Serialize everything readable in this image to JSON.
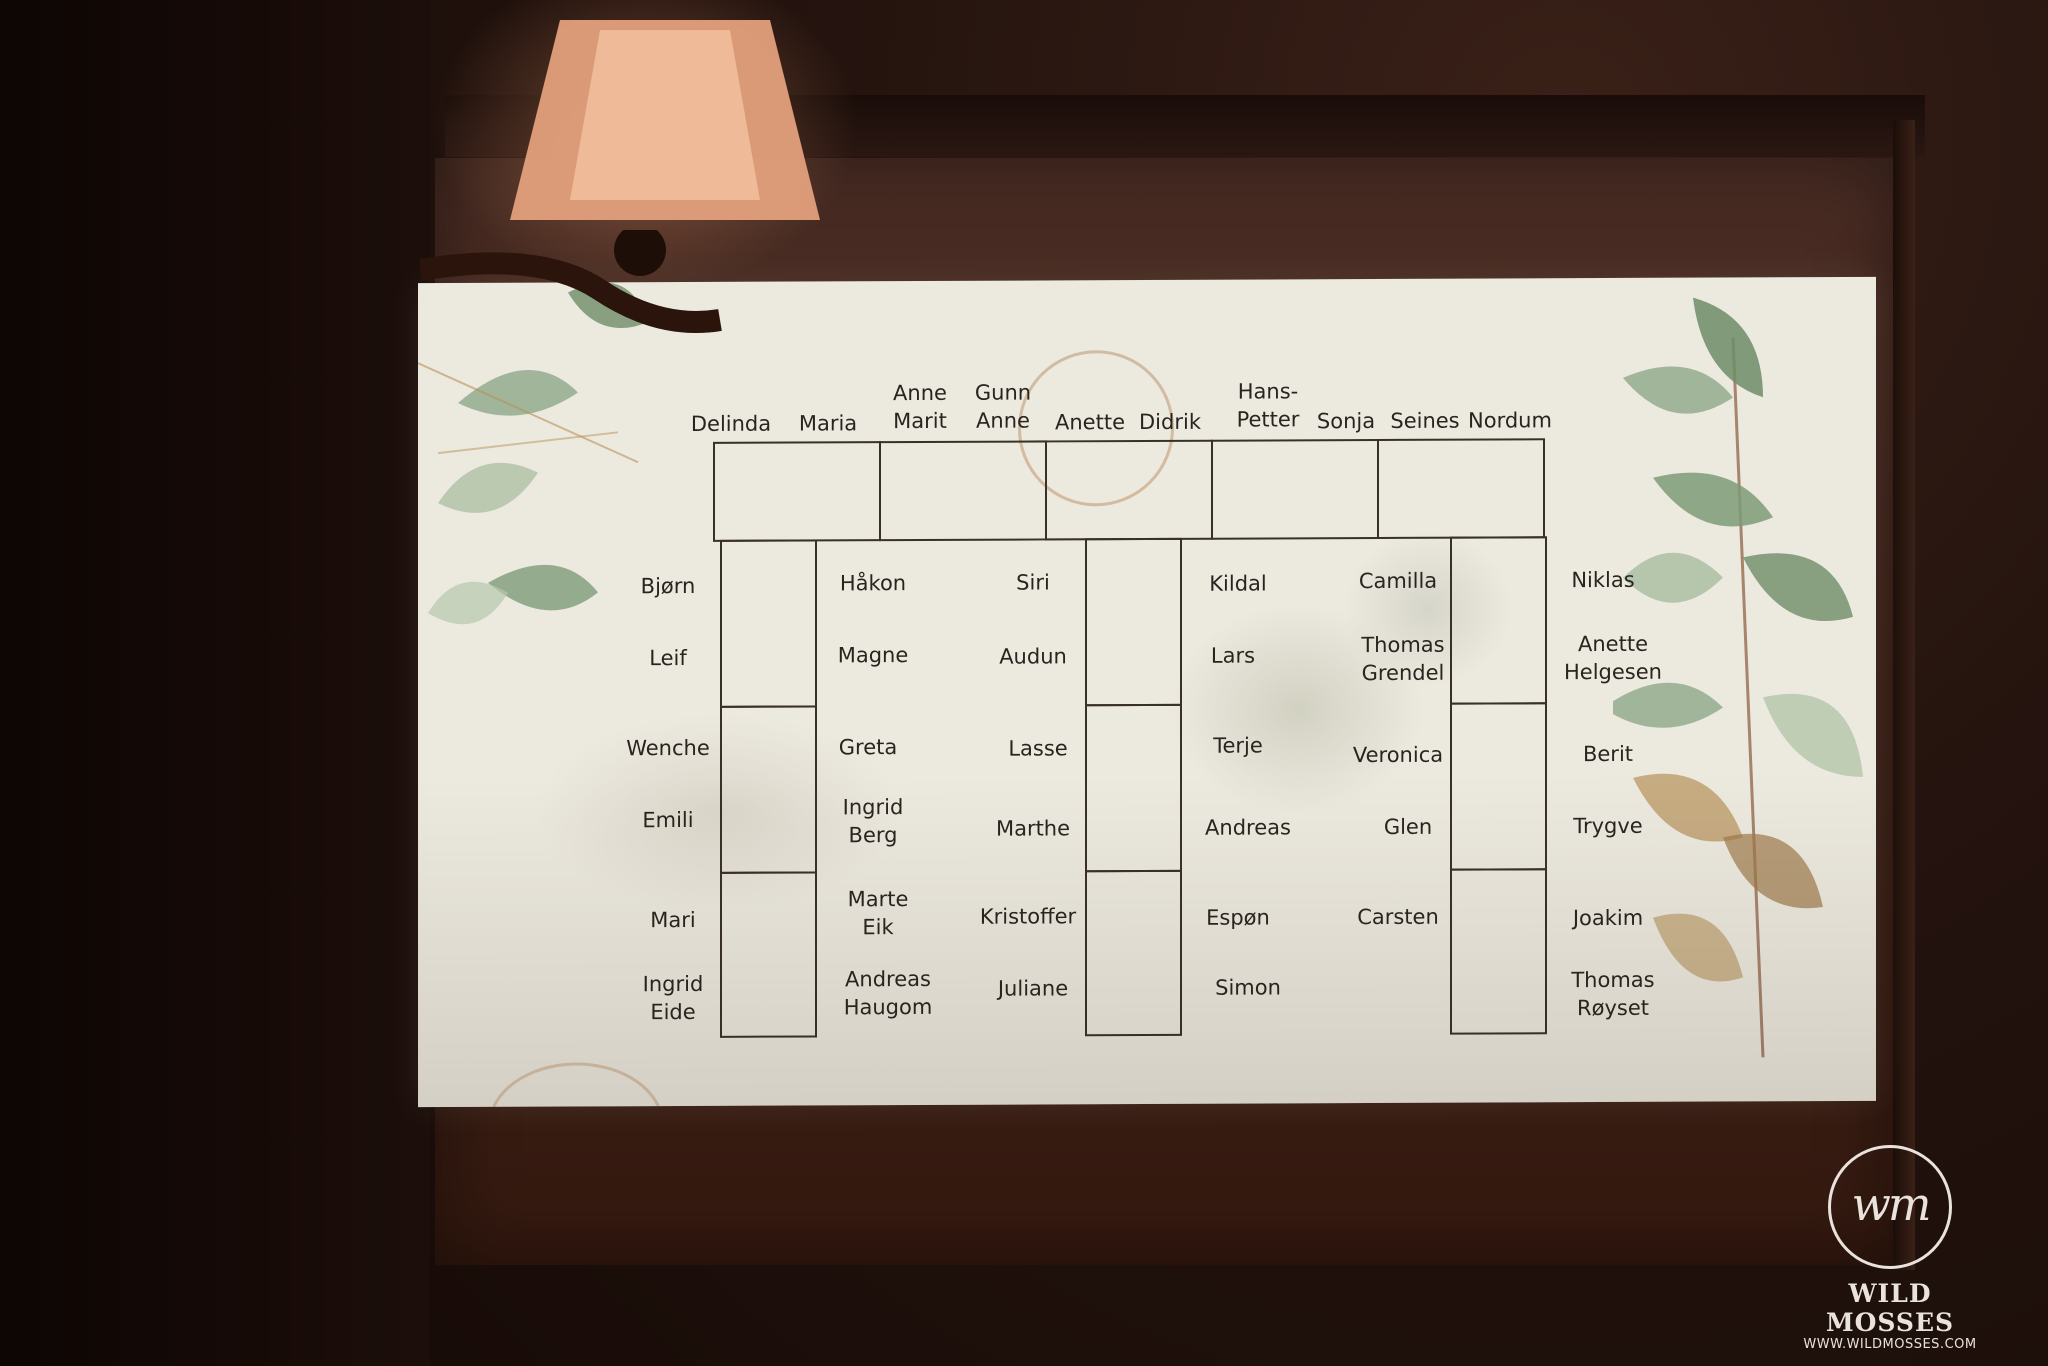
{
  "seating_chart": {
    "head_table": [
      "Delinda",
      "Maria",
      "Anne\nMarit",
      "Gunn\nAnne",
      "Anette",
      "Didrik",
      "Hans-\nPetter",
      "Sonja",
      "Seines",
      "Nordum"
    ],
    "table_1_left": [
      "Bjørn",
      "Leif",
      "Wenche",
      "Emili",
      "Mari",
      "Ingrid\nEide"
    ],
    "table_1_right": [
      "Håkon",
      "Magne",
      "Greta",
      "Ingrid\nBerg",
      "Marte\nEik",
      "Andreas\nHaugom"
    ],
    "table_2_left": [
      "Siri",
      "Audun",
      "Lasse",
      "Marthe",
      "Kristoffer",
      "Juliane"
    ],
    "table_2_right": [
      "Kildal",
      "Lars",
      "Terje",
      "Andreas",
      "Espøn",
      "Simon"
    ],
    "table_3_left": [
      "Camilla",
      "Thomas\nGrendel",
      "Veronica",
      "Glen",
      "Carsten"
    ],
    "table_3_right": [
      "Niklas",
      "Anette\nHelgesen",
      "Berit",
      "Trygve",
      "Joakim",
      "Thomas\nRøyset"
    ]
  },
  "watermark": {
    "monogram": "wm",
    "brand": "WILD MOSSES",
    "url": "WWW.WILDMOSSES.COM"
  },
  "colors": {
    "slide": "#ece9df",
    "text": "#2a2420",
    "leaf": "#7e9b78",
    "gold": "#b8925a"
  }
}
